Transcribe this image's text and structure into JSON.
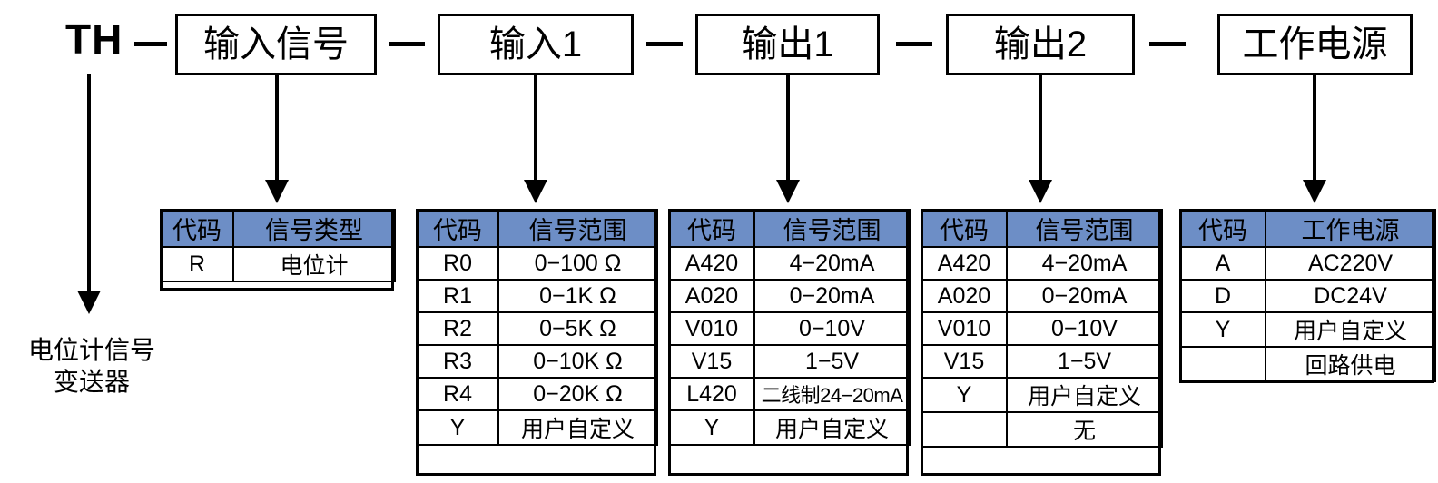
{
  "model_code": {
    "prefix": "TH",
    "separator": "—",
    "segments": [
      {
        "label": "输入信号"
      },
      {
        "label": "输入1"
      },
      {
        "label": "输出1"
      },
      {
        "label": "输出2"
      },
      {
        "label": "工作电源"
      }
    ]
  },
  "caption": {
    "line1": "电位计信号",
    "line2": "变送器"
  },
  "colors": {
    "header_blue": "#6d8ec6",
    "border": "#000000",
    "background": "#ffffff"
  },
  "tables": [
    {
      "name": "signal-type",
      "headers": [
        "代码",
        "信号类型"
      ],
      "rows": [
        [
          "R",
          "电位计"
        ]
      ]
    },
    {
      "name": "input1-range",
      "headers": [
        "代码",
        "信号范围"
      ],
      "rows": [
        [
          "R0",
          "0−100 Ω"
        ],
        [
          "R1",
          "0−1K Ω"
        ],
        [
          "R2",
          "0−5K Ω"
        ],
        [
          "R3",
          "0−10K Ω"
        ],
        [
          "R4",
          "0−20K Ω"
        ],
        [
          "Y",
          "用户自定义"
        ]
      ]
    },
    {
      "name": "output1-range",
      "headers": [
        "代码",
        "信号范围"
      ],
      "rows": [
        [
          "A420",
          "4−20mA"
        ],
        [
          "A020",
          "0−20mA"
        ],
        [
          "V010",
          "0−10V"
        ],
        [
          "V15",
          "1−5V"
        ],
        [
          "L420",
          "二线制24−20mA"
        ],
        [
          "Y",
          "用户自定义"
        ]
      ]
    },
    {
      "name": "output2-range",
      "headers": [
        "代码",
        "信号范围"
      ],
      "rows": [
        [
          "A420",
          "4−20mA"
        ],
        [
          "A020",
          "0−20mA"
        ],
        [
          "V010",
          "0−10V"
        ],
        [
          "V15",
          "1−5V"
        ],
        [
          "Y",
          "用户自定义"
        ],
        [
          "",
          "无"
        ]
      ]
    },
    {
      "name": "power-supply",
      "headers": [
        "代码",
        "工作电源"
      ],
      "rows": [
        [
          "A",
          "AC220V"
        ],
        [
          "D",
          "DC24V"
        ],
        [
          "Y",
          "用户自定义"
        ],
        [
          "",
          "回路供电"
        ]
      ]
    }
  ]
}
